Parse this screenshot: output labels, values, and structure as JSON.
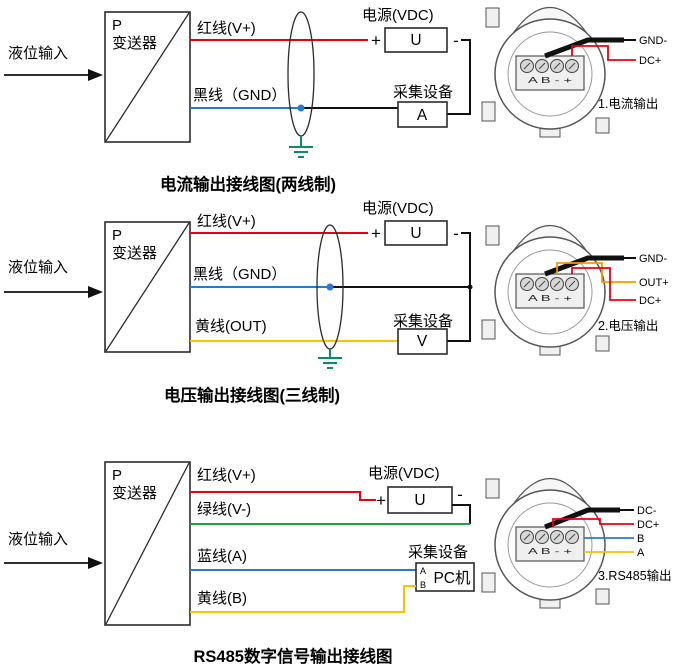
{
  "diagrams": [
    {
      "input_label": "液位输入",
      "transmitter": {
        "p": "P",
        "name": "变送器"
      },
      "wire_labels": {
        "red": "红线(V+)",
        "black": "黑线（GND）"
      },
      "power": {
        "title": "电源(VDC)",
        "unit": "U",
        "plus": "+",
        "minus": "-"
      },
      "collector": {
        "title": "采集设备",
        "unit": "A"
      },
      "housing": {
        "terminal_row": "A B - +",
        "leads": [
          "GND-",
          "DC+"
        ],
        "caption": "1.电流输出"
      },
      "caption": "电流输出接线图(两线制)"
    },
    {
      "input_label": "液位输入",
      "transmitter": {
        "p": "P",
        "name": "变送器"
      },
      "wire_labels": {
        "red": "红线(V+)",
        "black": "黑线（GND）",
        "yellow": "黄线(OUT)"
      },
      "power": {
        "title": "电源(VDC)",
        "unit": "U",
        "plus": "+",
        "minus": "-"
      },
      "collector": {
        "title": "采集设备",
        "unit": "V"
      },
      "housing": {
        "terminal_row": "A B - +",
        "leads": [
          "GND-",
          "OUT+",
          "DC+"
        ],
        "caption": "2.电压输出"
      },
      "caption": "电压输出接线图(三线制)"
    },
    {
      "input_label": "液位输入",
      "transmitter": {
        "p": "P",
        "name": "变送器"
      },
      "wire_labels": {
        "red": "红线(V+)",
        "green": "绿线(V-)",
        "blue": "蓝线(A)",
        "yellow": "黄线(B)"
      },
      "power": {
        "title": "电源(VDC)",
        "unit": "U",
        "plus": "+",
        "minus": "-"
      },
      "collector": {
        "title": "采集设备",
        "unit": "PC机",
        "port_a": "A",
        "port_b": "B"
      },
      "housing": {
        "terminal_row": "A B - +",
        "leads": [
          "DC-",
          "DC+",
          "B",
          "A"
        ],
        "caption": "3.RS485输出"
      },
      "caption": "RS485数字信号输出接线图"
    }
  ],
  "colors": {
    "red": "#e60012",
    "blue": "#2979d0",
    "yellow": "#f2c500",
    "orange": "#f59a00",
    "green": "#23a046",
    "wire_black": "#111111",
    "cable": "#111111",
    "ground": "#0c8a6c"
  }
}
